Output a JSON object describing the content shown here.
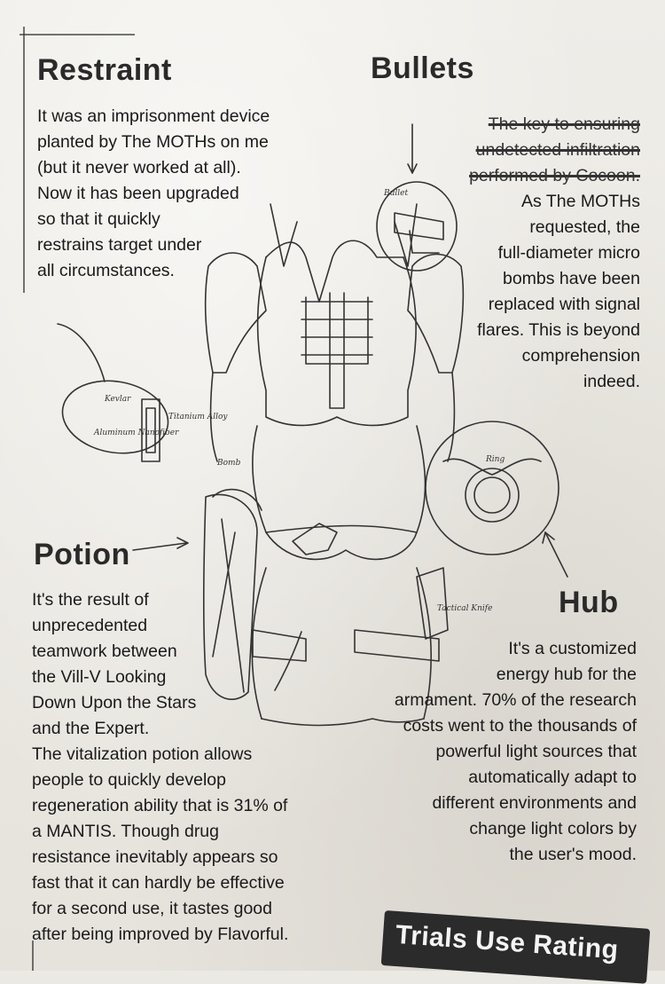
{
  "restraint": {
    "title": "Restraint",
    "lines": [
      "It was an imprisonment device",
      "planted by The MOTHs on me",
      "(but it never worked at all).",
      "Now it has been upgraded",
      "so that it quickly",
      "restrains target under",
      "all circumstances."
    ]
  },
  "bullets": {
    "title": "Bullets",
    "struck_lines": [
      "The key to ensuring",
      "undetected infiltration",
      "performed by Cocoon."
    ],
    "lines": [
      "As The MOTHs",
      "requested, the",
      "full-diameter micro",
      "bombs have been",
      "replaced with signal",
      "flares. This is beyond",
      "comprehension",
      "indeed."
    ]
  },
  "potion": {
    "title": "Potion",
    "lines": [
      "It's the result of",
      "unprecedented",
      "teamwork between",
      "the Vill-V Looking",
      "Down Upon the Stars",
      "and the Expert.",
      "The vitalization potion allows",
      "people to quickly develop",
      "regeneration ability that is 31% of",
      "a MANTIS. Though drug",
      "resistance inevitably appears so",
      "fast that it can hardly be effective",
      "for a second use, it tastes good",
      "after being improved by Flavorful."
    ]
  },
  "hub": {
    "title": "Hub",
    "lines": [
      "It's a customized",
      "energy hub for the",
      "armament. 70% of the research",
      "costs went to the thousands of",
      "powerful light sources that",
      "automatically adapt to",
      "different environments and",
      "change light colors by",
      "the user's mood."
    ]
  },
  "stamp": {
    "label": "Trials Use Rating"
  },
  "sketch_notes": {
    "bullet": "Bullet",
    "kevlar": "Kevlar",
    "titanium": "Titanium Alloy",
    "aluminum": "Aluminum Nanofiber",
    "bomb": "Bomb",
    "ring": "Ring",
    "knife": "Tactical Knife"
  }
}
